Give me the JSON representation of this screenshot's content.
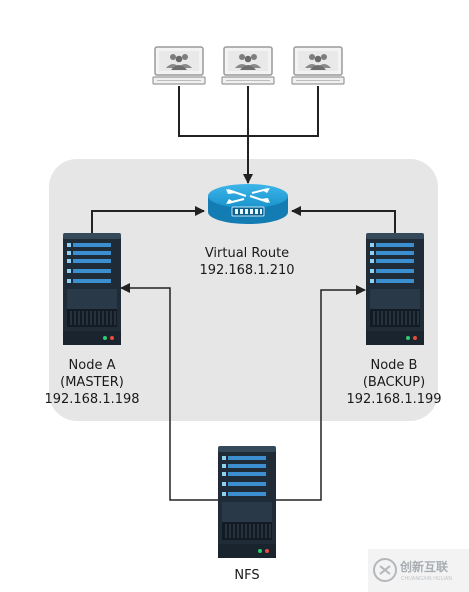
{
  "router": {
    "name": "Virtual Route",
    "ip": "192.168.1.210"
  },
  "node_a": {
    "name": "Node A",
    "role": "(MASTER)",
    "ip": "192.168.1.198"
  },
  "node_b": {
    "name": "Node B",
    "role": "(BACKUP)",
    "ip": "192.168.1.199"
  },
  "nfs": {
    "name": "NFS"
  },
  "clients": [
    {
      "id": "client-1"
    },
    {
      "id": "client-2"
    },
    {
      "id": "client-3"
    }
  ],
  "watermark": {
    "brand": "创新互联",
    "sub": "CHUANGXIN HULIAN"
  },
  "colors": {
    "cluster_bg": "#e6e6e6",
    "router_blue": "#1a9fd8",
    "server_dark": "#23313f",
    "server_drive": "#3b8fd0",
    "line": "#222222"
  }
}
